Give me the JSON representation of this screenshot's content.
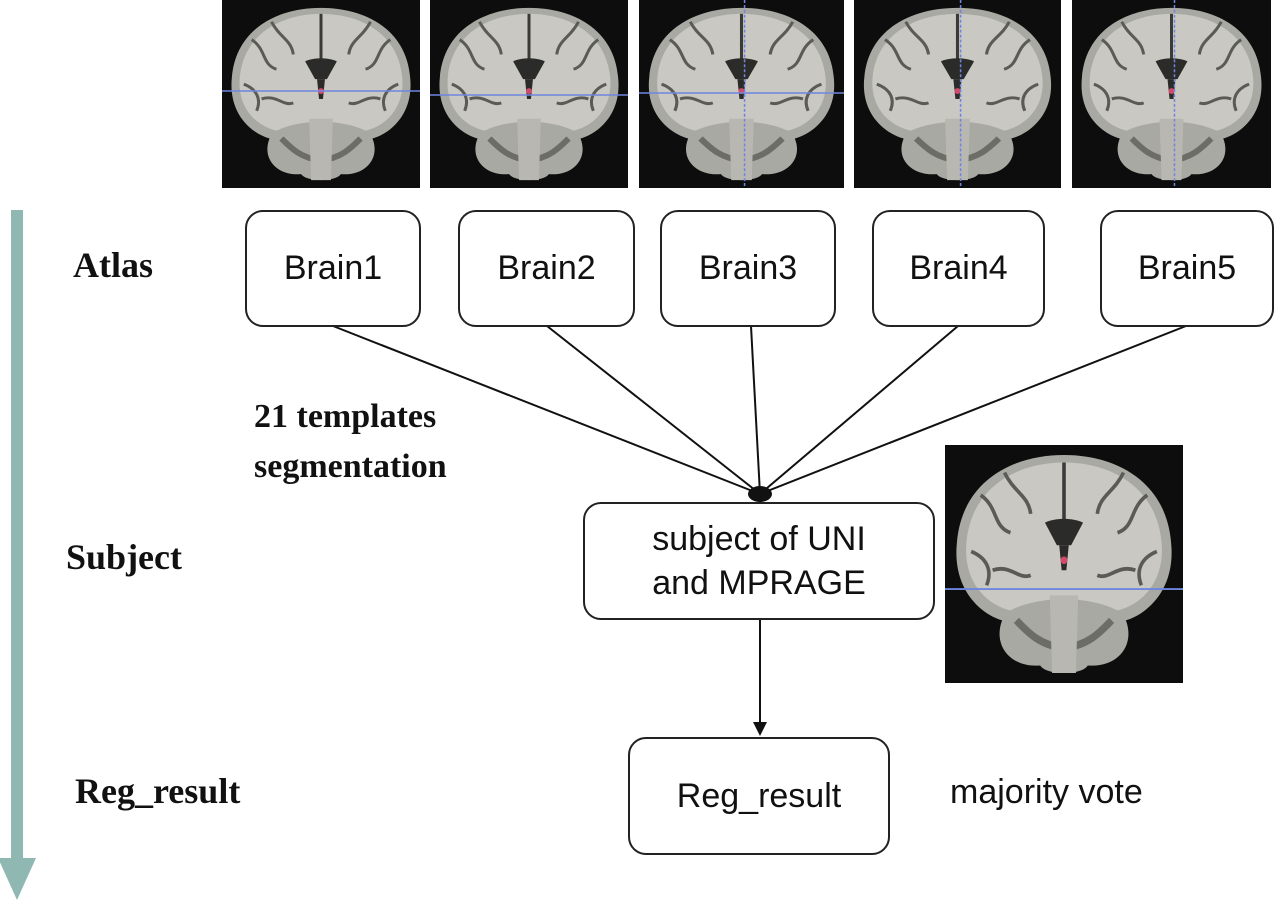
{
  "stages": {
    "atlas": "Atlas",
    "subject": "Subject",
    "reg_result": "Reg_result"
  },
  "atlas_boxes": [
    "Brain1",
    "Brain2",
    "Brain3",
    "Brain4",
    "Brain5"
  ],
  "templates_note": "21 templates\nsegmentation",
  "subject_box": "subject of UNI\nand MPRAGE",
  "result_box": "Reg_result",
  "method_note": "majority vote",
  "colors": {
    "flow_arrow": "#8fb8b3",
    "box_border": "#222222",
    "mri_background": "#0d0d0d",
    "crosshair": "#6f86e0"
  },
  "mri_images": [
    "atlas-brain1-mri",
    "atlas-brain2-mri",
    "atlas-brain3-mri",
    "atlas-brain4-mri",
    "atlas-brain5-mri",
    "subject-mri"
  ]
}
